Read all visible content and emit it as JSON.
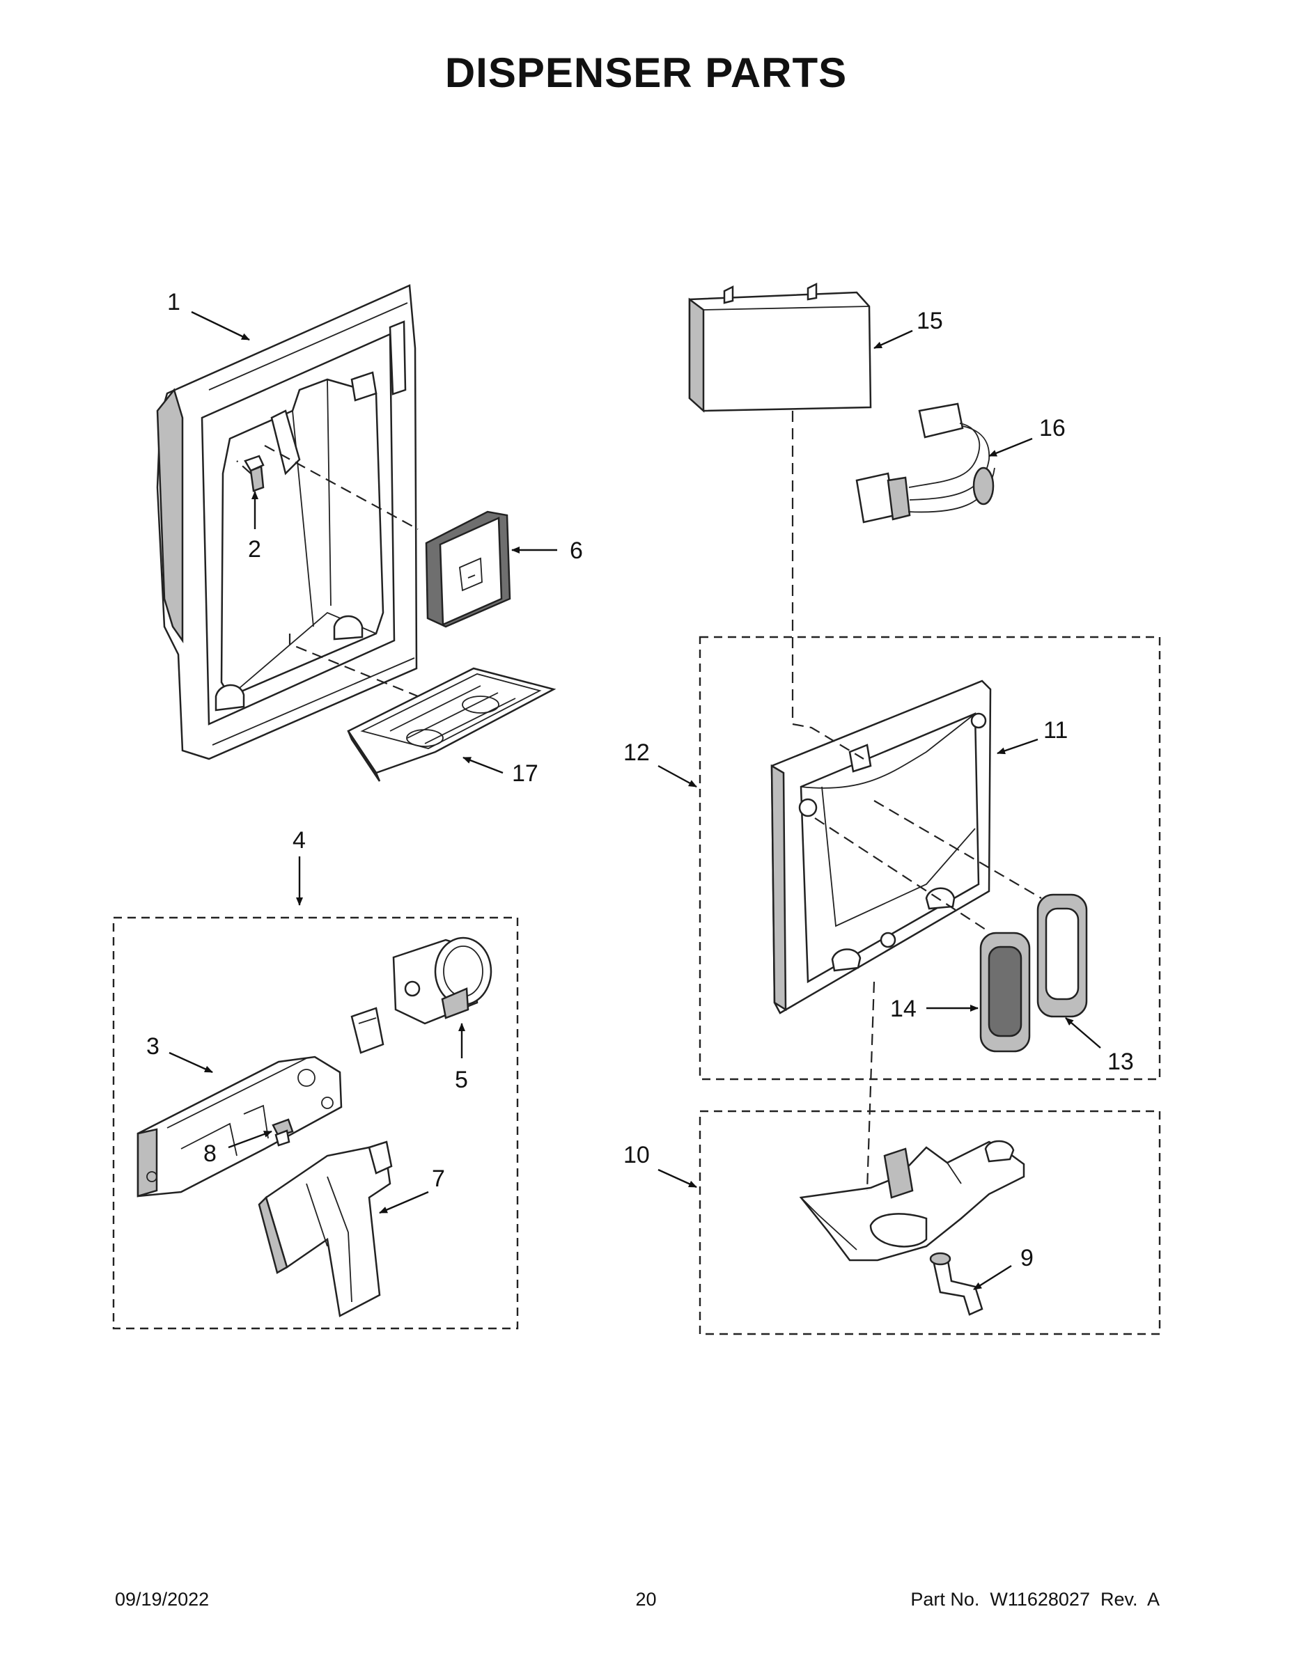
{
  "page": {
    "title": "DISPENSER PARTS",
    "footer": {
      "date": "09/19/2022",
      "page_number": "20",
      "part_number": "Part No.  W11628027  Rev.  A"
    }
  },
  "callouts": [
    "1",
    "2",
    "3",
    "4",
    "5",
    "6",
    "7",
    "8",
    "9",
    "10",
    "11",
    "12",
    "13",
    "14",
    "15",
    "16",
    "17"
  ]
}
